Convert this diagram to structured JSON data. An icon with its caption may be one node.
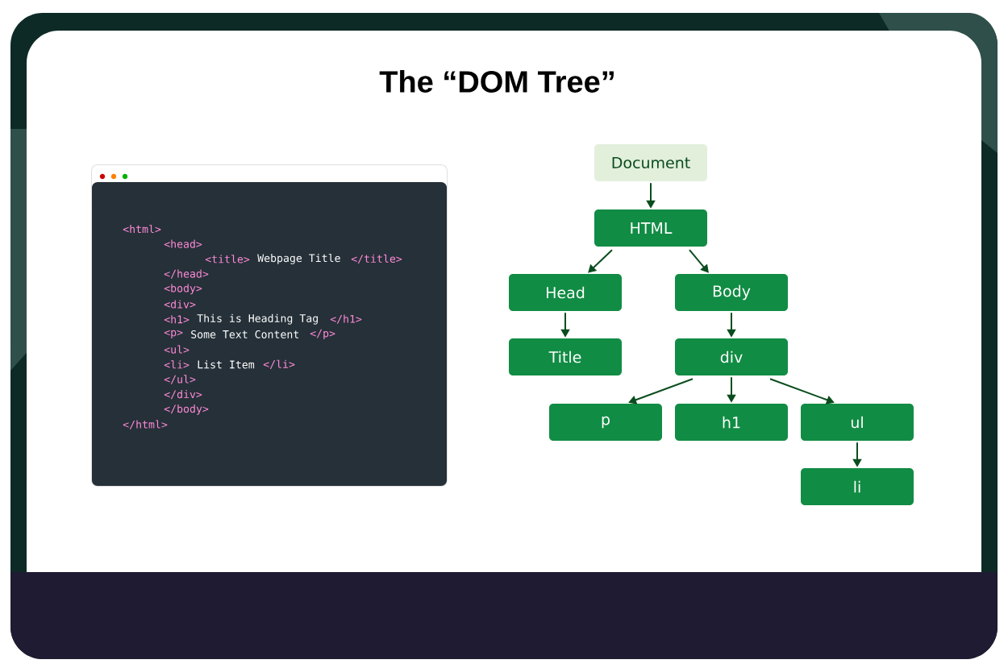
{
  "diagram": {
    "title": "The “DOM Tree”",
    "nodes": [
      {
        "text": [
          "Document"
        ]
      },
      {
        "text": [
          "HTML"
        ]
      },
      {
        "text": [
          "Head"
        ]
      },
      {
        "text": [
          "Body"
        ]
      },
      {
        "text": [
          "Title"
        ]
      },
      {
        "text": [
          "div"
        ]
      },
      {
        "text": [
          "p"
        ]
      },
      {
        "text": [
          "h1"
        ]
      },
      {
        "text": [
          "ul"
        ]
      },
      {
        "text": [
          "li"
        ]
      }
    ],
    "edges": [
      {
        "from": 0,
        "to": 1,
        "arrow": "to"
      },
      {
        "from": 1,
        "to": 2,
        "arrow": "to"
      },
      {
        "from": 1,
        "to": 3,
        "arrow": "to"
      },
      {
        "from": 2,
        "to": 4,
        "arrow": "to"
      },
      {
        "from": 3,
        "to": 5,
        "arrow": "to"
      },
      {
        "from": 5,
        "to": 6,
        "arrow": "to"
      },
      {
        "from": 5,
        "to": 7,
        "arrow": "to"
      },
      {
        "from": 5,
        "to": 8,
        "arrow": "to"
      },
      {
        "from": 8,
        "to": 9,
        "arrow": "to"
      }
    ],
    "labels": [
      "<html>",
      "<head>",
      "<title>",
      "Webpage Title",
      "</title>",
      "</head>",
      "<body>",
      "<div>",
      "<h1>",
      "This is Heading Tag",
      "</h1>",
      "<p>",
      "Some Text Content",
      "</p>",
      "<ul>",
      "<li>",
      "List Item",
      "</li>",
      "</ul>",
      "</div>",
      "</body>",
      "</html>"
    ]
  }
}
